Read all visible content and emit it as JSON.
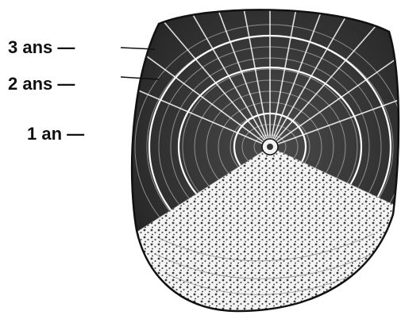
{
  "labels": {
    "ring_3": "3 ans —",
    "ring_2": "2 ans —",
    "ring_1": "1 an —"
  },
  "colors": {
    "ink": "#111111",
    "paper": "#ffffff",
    "shade_dark": "#2a2a2a",
    "shade_mid": "#6a6a6a"
  }
}
